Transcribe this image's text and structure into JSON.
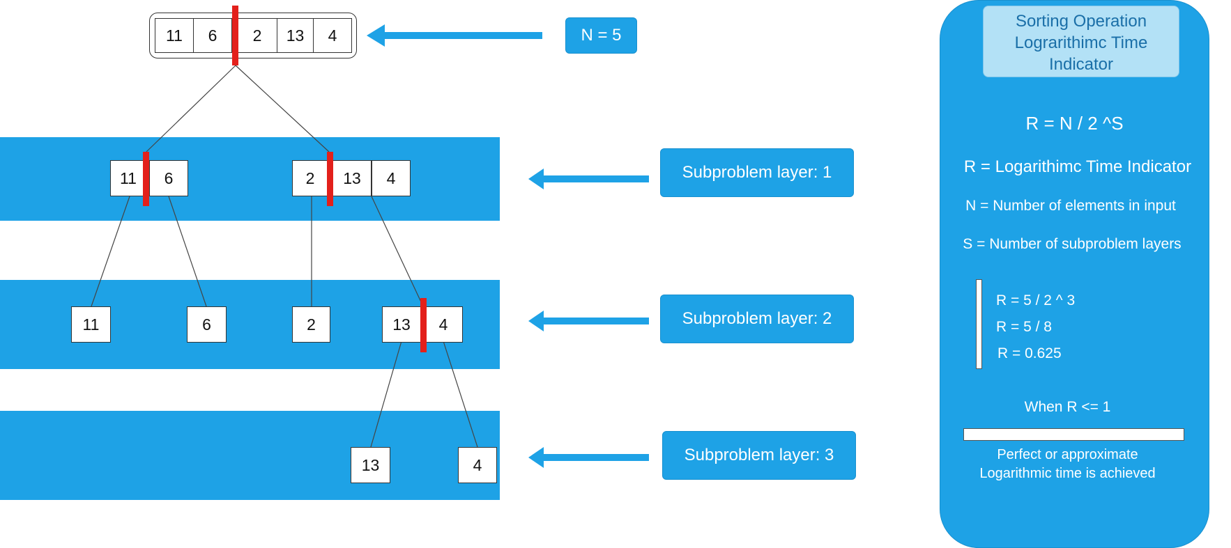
{
  "top_array": {
    "values": [
      "11",
      "6",
      "2",
      "13",
      "4"
    ],
    "count_label": "N = 5"
  },
  "layer1": {
    "left_group": [
      "11",
      "6"
    ],
    "right_group": [
      "2",
      "13",
      "4"
    ],
    "label": "Subproblem layer: 1"
  },
  "layer2": {
    "items": [
      "11",
      "6",
      "2"
    ],
    "pair": [
      "13",
      "4"
    ],
    "label": "Subproblem layer: 2"
  },
  "layer3": {
    "items": [
      "13",
      "4"
    ],
    "label": "Subproblem layer: 3"
  },
  "panel": {
    "title": "Sorting Operation Lograrithimc Time Indicator",
    "formula": "R = N / 2 ^S",
    "def_r": "R = Logarithimc Time Indicator",
    "def_n": "N = Number of elements in input",
    "def_s": "S = Number of subproblem layers",
    "calc": [
      "R = 5 / 2 ^ 3",
      "R = 5 / 8",
      "R = 0.625"
    ],
    "condition": "When R <= 1",
    "result_line1": "Perfect or approximate",
    "result_line2": "Logarithmic time is achieved"
  },
  "colors": {
    "band": "#1ea2e6",
    "divider": "#e3201b",
    "title_box": "#b3e1f6"
  }
}
